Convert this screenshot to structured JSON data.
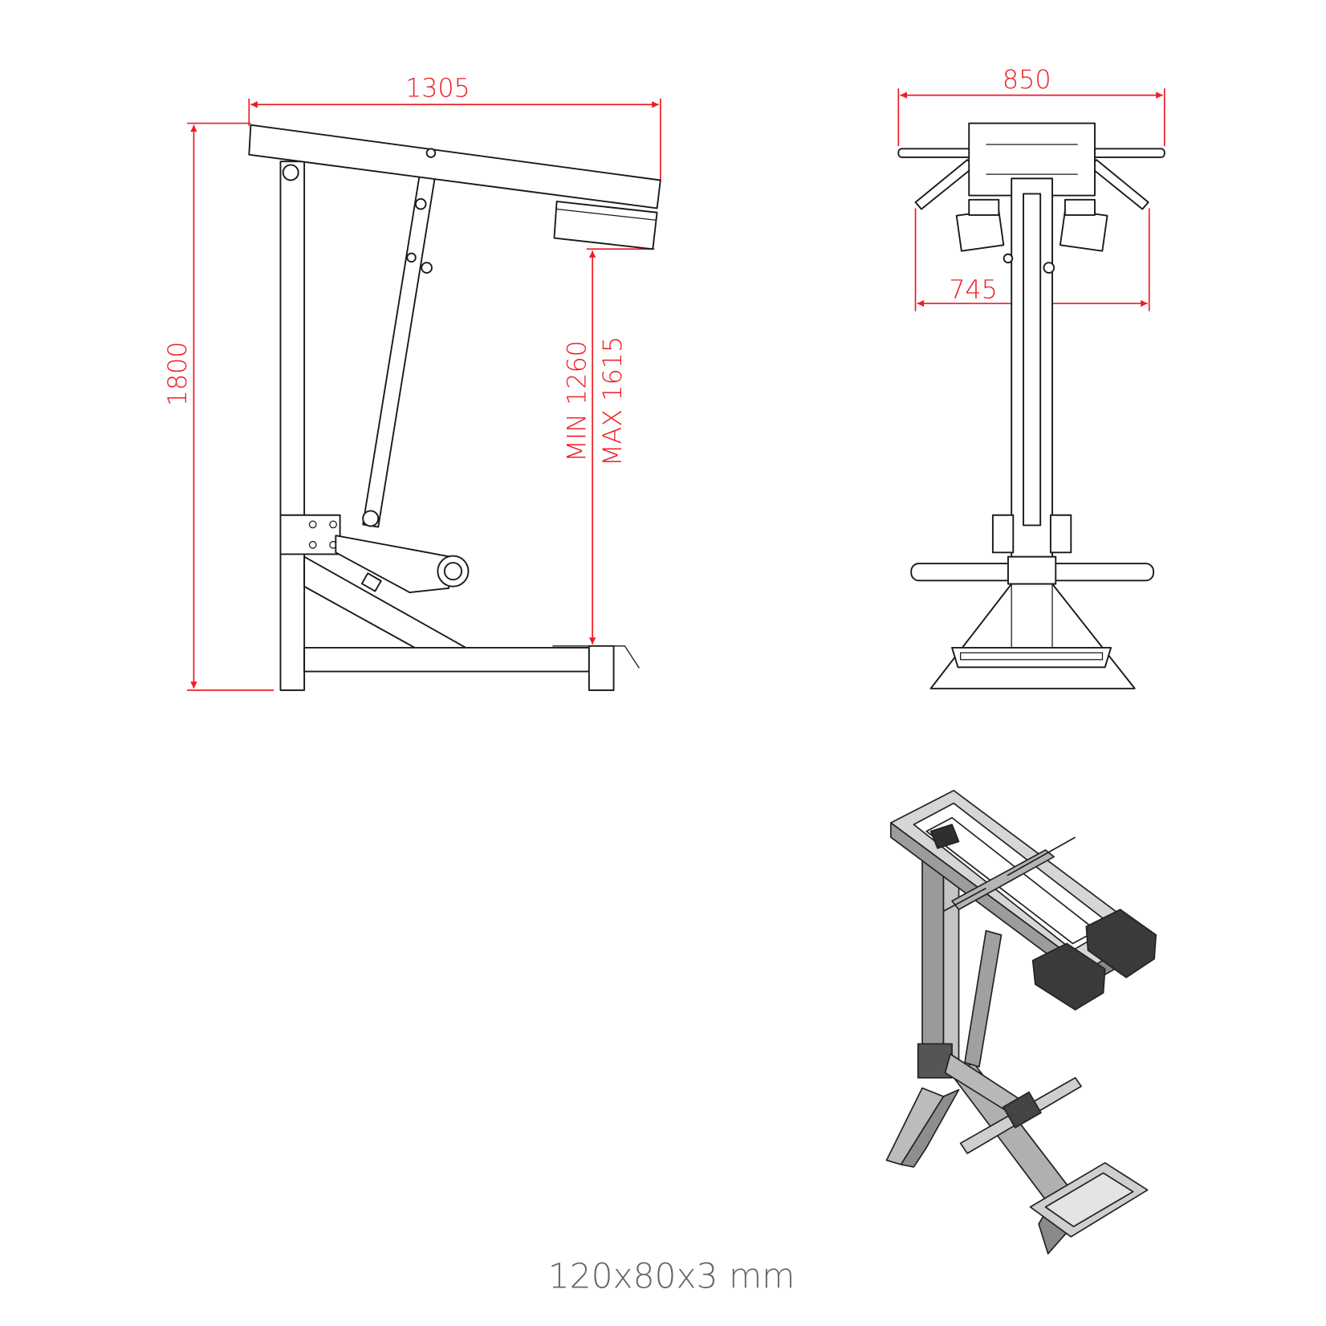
{
  "dimensions": {
    "side_length": "1305",
    "side_height": "1800",
    "pad_height_min": "MIN 1260",
    "pad_height_max": "MAX 1615",
    "front_width": "850",
    "front_pad_width": "745"
  },
  "caption": "120x80x3 mm",
  "colors": {
    "dimension": "#ee1c24",
    "line": "#1a1a1a",
    "caption": "#666666",
    "iso_fill": "#a8a8a8"
  }
}
